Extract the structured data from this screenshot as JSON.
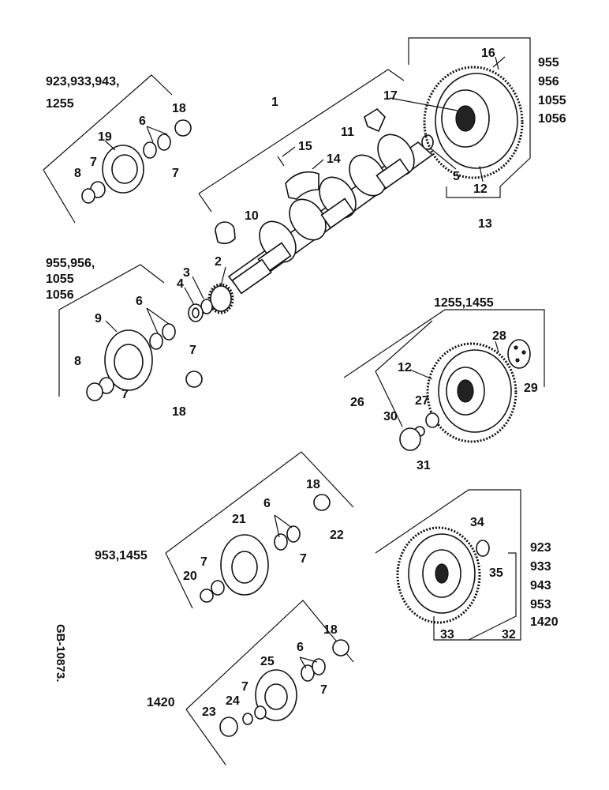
{
  "group_labels": {
    "g_923_top_line1": "923,933,943,",
    "g_923_top_line2": "1255",
    "g_955_left_line1": "955,956,",
    "g_955_left_line2": "1055",
    "g_955_left_line3": "1056",
    "g_955_right_1": "955",
    "g_955_right_2": "956",
    "g_955_right_3": "1055",
    "g_955_right_4": "1056",
    "g_1255_1455": "1255,1455",
    "g_953_1455": "953,1455",
    "g_923_right_1": "923",
    "g_923_right_2": "933",
    "g_923_right_3": "943",
    "g_923_right_4": "953",
    "g_923_right_5": "1420",
    "g_1420": "1420"
  },
  "document_id": "GB-10873.",
  "callouts": {
    "c1": "1",
    "c2": "2",
    "c3": "3",
    "c4": "4",
    "c5": "5",
    "c6a": "6",
    "c6b": "6",
    "c6c": "6",
    "c6d": "6",
    "c7a": "7",
    "c7b": "7",
    "c7c": "7",
    "c7d": "7",
    "c7e": "7",
    "c7f": "7",
    "c7g": "7",
    "c7h": "7",
    "c8a": "8",
    "c8b": "8",
    "c9": "9",
    "c10": "10",
    "c11": "11",
    "c12a": "12",
    "c12b": "12",
    "c13": "13",
    "c14": "14",
    "c15": "15",
    "c16": "16",
    "c17": "17",
    "c18a": "18",
    "c18b": "18",
    "c18c": "18",
    "c18d": "18",
    "c19": "19",
    "c20": "20",
    "c21": "21",
    "c22": "22",
    "c23": "23",
    "c24": "24",
    "c25": "25",
    "c26": "26",
    "c27": "27",
    "c28": "28",
    "c29": "29",
    "c30": "30",
    "c31": "31",
    "c32": "32",
    "c33": "33",
    "c34": "34",
    "c35": "35"
  }
}
